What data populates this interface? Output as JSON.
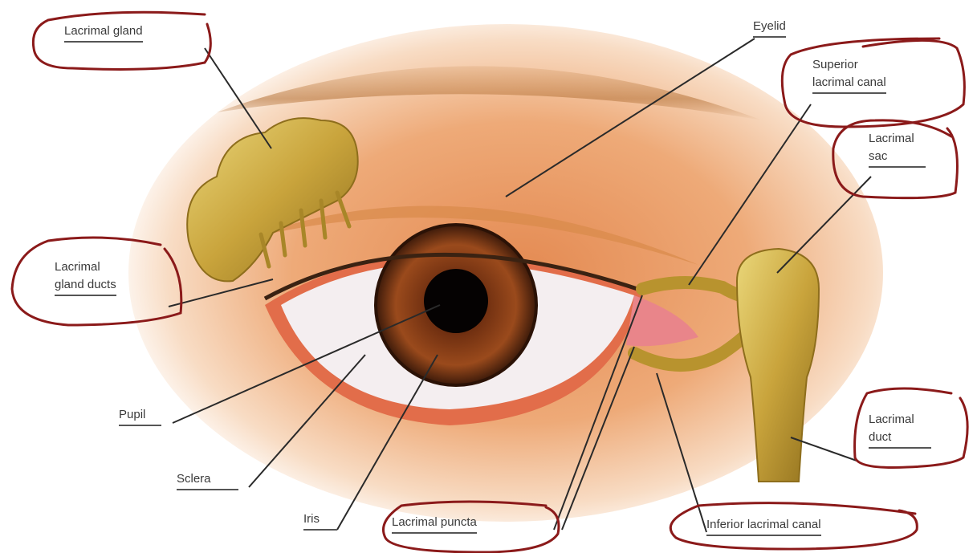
{
  "labels": {
    "lacrimal_gland": "Lacrimal gland",
    "eyelid": "Eyelid",
    "superior_line1": "Superior",
    "superior_line2": "lacrimal canal",
    "sac_line1": "Lacrimal",
    "sac_line2": "sac",
    "ducts_line1": "Lacrimal",
    "ducts_line2": "gland ducts",
    "pupil": "Pupil",
    "sclera": "Sclera",
    "iris": "Iris",
    "puncta": "Lacrimal puncta",
    "inferior": "Inferior lacrimal canal",
    "duct_line1": "Lacrimal",
    "duct_line2": "duct"
  },
  "colors": {
    "annotation_ink": "#8b1a1a",
    "gland": "#c9a43c",
    "skin": "#e9a16a",
    "iris": "#7a3a17",
    "sclera": "#f4eef0"
  }
}
